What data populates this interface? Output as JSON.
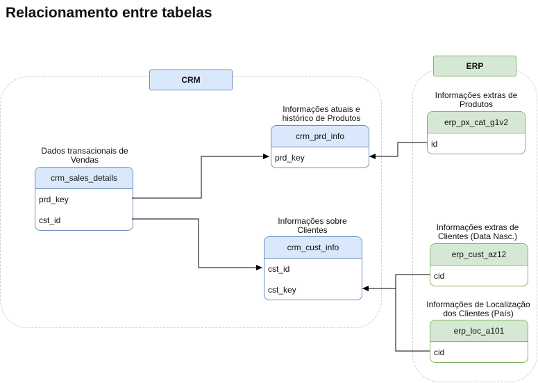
{
  "title": "Relacionamento entre tabelas",
  "groups": {
    "crm": "CRM",
    "erp": "ERP"
  },
  "tables": {
    "crm_prd_info": {
      "caption": "Informações atuais e histórico de Produtos",
      "name": "crm_prd_info",
      "fields": [
        "prd_key"
      ]
    },
    "crm_sales_details": {
      "caption": "Dados transacionais de Vendas",
      "name": "crm_sales_details",
      "fields": [
        "prd_key",
        "cst_id"
      ]
    },
    "crm_cust_info": {
      "caption": "Informações sobre Clientes",
      "name": "crm_cust_info",
      "fields": [
        "cst_id",
        "cst_key"
      ]
    },
    "erp_px_cat_g1v2": {
      "caption": "Informações extras de Produtos",
      "name": "erp_px_cat_g1v2",
      "fields": [
        "id"
      ]
    },
    "erp_cust_az12": {
      "caption": "Informações extras de Clientes (Data Nasc.)",
      "name": "erp_cust_az12",
      "fields": [
        "cid"
      ]
    },
    "erp_loc_a101": {
      "caption": "Informações de Localização dos Clientes (País)",
      "name": "erp_loc_a101",
      "fields": [
        "cid"
      ]
    }
  },
  "colors": {
    "crm_fill": "#dae8fc",
    "crm_stroke": "#6c8ebf",
    "erp_fill": "#d5e8d4",
    "erp_stroke": "#82b366",
    "connector": "#000000"
  }
}
